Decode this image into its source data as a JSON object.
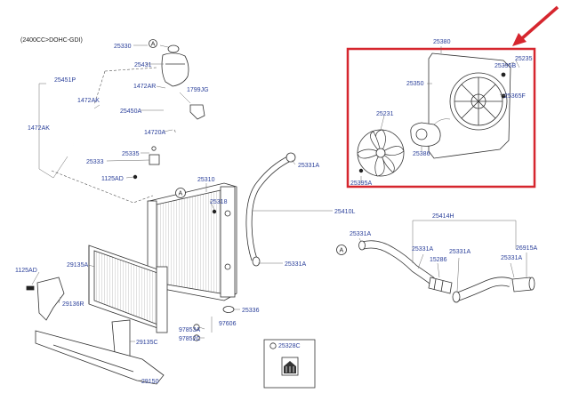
{
  "engine_label": "(2400CC>DOHC-GDI)",
  "callout_letter": "A",
  "highlight_color": "#d6262e",
  "labels": {
    "p25330": "25330",
    "p25431": "25431",
    "p25451P": "25451P",
    "p1472AK_a": "1472AK",
    "p1472AR": "1472AR",
    "p1799JG": "1799JG",
    "p25450A": "25450A",
    "p1472AK_b": "1472AK",
    "p14720A": "14720A",
    "p25335": "25335",
    "p25333": "25333",
    "p1125AD_a": "1125AD",
    "p25310": "25310",
    "p25318": "25318",
    "p25331A_a": "25331A",
    "p25410L": "25410L",
    "p25331A_b": "25331A",
    "p1125AD_b": "1125AD",
    "p29135A": "29135A",
    "p29136R": "29136R",
    "p25336": "25336",
    "p97606": "97606",
    "p97853A": "97853A",
    "p97852C": "97852C",
    "p29135C": "29135C",
    "p29150": "29150",
    "p25328C": "25328C",
    "p25380": "25380",
    "p25235": "25235",
    "p25395B": "25395B",
    "p25350": "25350",
    "p25365F": "25365F",
    "p25231": "25231",
    "p25386": "25386",
    "p25395A": "25395A",
    "p25414H": "25414H",
    "p25331A_c": "25331A",
    "p25331A_d": "25331A",
    "p15286": "15286",
    "p25331A_e": "25331A",
    "p26915A": "26915A",
    "p25331A_f": "25331A"
  }
}
